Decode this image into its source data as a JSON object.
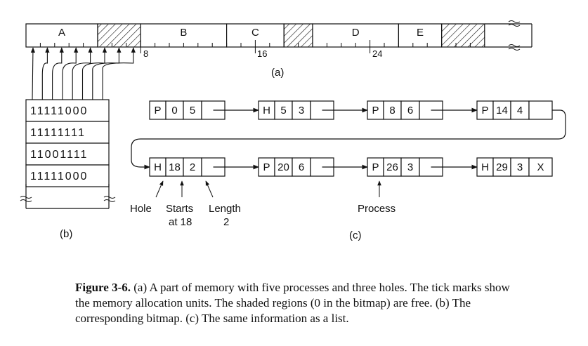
{
  "memory": {
    "segments": [
      {
        "label": "A",
        "free": false
      },
      {
        "label": "",
        "free": true
      },
      {
        "label": "B",
        "free": false
      },
      {
        "label": "C",
        "free": false
      },
      {
        "label": "",
        "free": true
      },
      {
        "label": "D",
        "free": false
      },
      {
        "label": "E",
        "free": false
      },
      {
        "label": "",
        "free": true
      }
    ],
    "ticks": [
      "8",
      "16",
      "24"
    ],
    "part_label": "(a)"
  },
  "bitmap": {
    "rows": [
      "11111000",
      "11111111",
      "11001111",
      "11111000"
    ],
    "part_label": "(b)"
  },
  "list": {
    "row1": [
      {
        "type": "P",
        "start": "0",
        "length": "5"
      },
      {
        "type": "H",
        "start": "5",
        "length": "3"
      },
      {
        "type": "P",
        "start": "8",
        "length": "6"
      },
      {
        "type": "P",
        "start": "14",
        "length": "4"
      }
    ],
    "row2": [
      {
        "type": "H",
        "start": "18",
        "length": "2"
      },
      {
        "type": "P",
        "start": "20",
        "length": "6"
      },
      {
        "type": "P",
        "start": "26",
        "length": "3"
      },
      {
        "type": "H",
        "start": "29",
        "length": "3"
      }
    ],
    "end_marker": "X",
    "annotations": {
      "hole": "Hole",
      "starts_line1": "Starts",
      "starts_line2": "at 18",
      "length_line1": "Length",
      "length_line2": "2",
      "process": "Process"
    },
    "part_label": "(c)"
  },
  "caption": {
    "bold": "Figure 3-6.",
    "text": " (a) A part of memory with five processes and three holes. The tick marks show the memory allocation units. The shaded regions (0 in the bitmap) are free.  (b) The corresponding bitmap.  (c) The same information as a list."
  }
}
